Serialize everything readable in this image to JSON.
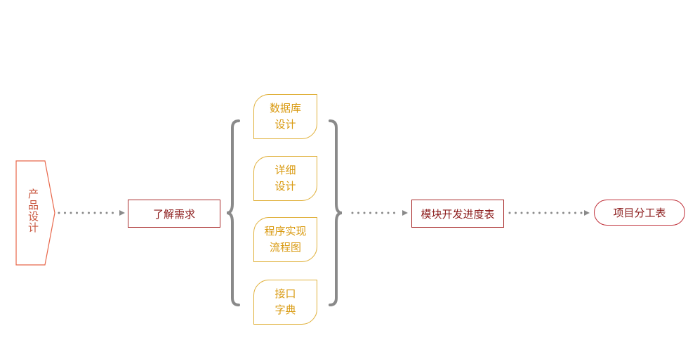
{
  "diagram": {
    "start": {
      "label": "产品设计"
    },
    "understand": {
      "label": "了解需求"
    },
    "cards": [
      {
        "line1": "数据库",
        "line2": "设计"
      },
      {
        "line1": "详细",
        "line2": "设计"
      },
      {
        "line1": "程序实现",
        "line2": "流程图"
      },
      {
        "line1": "接口",
        "line2": "字典"
      }
    ],
    "schedule": {
      "label": "模块开发进度表"
    },
    "assign": {
      "label": "项目分工表"
    }
  },
  "colors": {
    "start_stroke": "#e8674a",
    "rect_stroke": "#a82a2a",
    "card_stroke": "#e0b03a",
    "card_text": "#d99a10",
    "connector": "#8a8a8a",
    "brace": "#8a8a8a"
  }
}
